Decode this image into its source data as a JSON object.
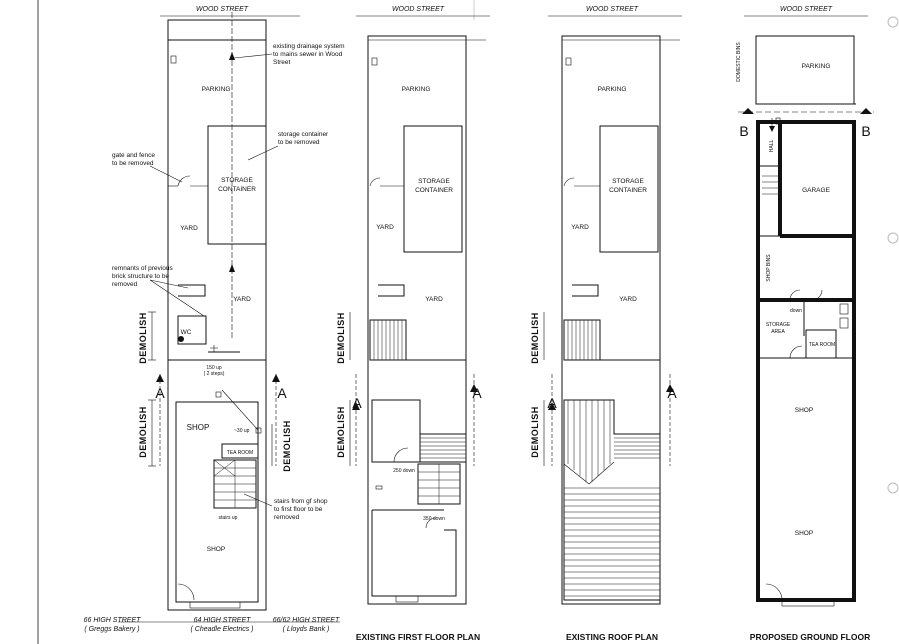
{
  "street": "WOOD STREET",
  "plan1": {
    "parking": "PARKING",
    "container": [
      "STORAGE",
      "CONTAINER"
    ],
    "yard_upper": "YARD",
    "yard_lower": "YARD",
    "wc": "WC",
    "shop_upper": "SHOP",
    "tea_room": "TEA ROOM",
    "shop_lower": "SHOP",
    "steps_note": [
      "150 up",
      "( 2 steps)"
    ],
    "up_note": "~30 up",
    "stairs_up": "stairs up",
    "demolish": "DEMOLISH",
    "section": "A",
    "notes": {
      "drainage": [
        "existing drainage system",
        "to mains sewer in Wood",
        "Street"
      ],
      "container": [
        "storage container",
        "to be removed"
      ],
      "gate": [
        "gate and fence",
        "to be removed"
      ],
      "remnants": [
        "remnants of previous",
        "brick structure to be",
        "removed"
      ],
      "stairs": [
        "stairs from gf shop",
        "to first floor to be",
        "removed"
      ]
    }
  },
  "plan2": {
    "parking": "PARKING",
    "container": [
      "STORAGE",
      "CONTAINER"
    ],
    "yard_upper": "YARD",
    "yard_lower": "YARD",
    "down1": "250 down",
    "down2": "350 down",
    "demolish": "DEMOLISH",
    "section": "A",
    "title": "EXISTING FIRST FLOOR  PLAN"
  },
  "plan3": {
    "parking": "PARKING",
    "container": [
      "STORAGE",
      "CONTAINER"
    ],
    "yard_upper": "YARD",
    "yard_lower": "YARD",
    "demolish": "DEMOLISH",
    "section": "A",
    "title": "EXISTING ROOF  PLAN"
  },
  "plan4": {
    "bins": "DOMESTIC BINS",
    "parking": "PARKING",
    "hall": "HALL",
    "garage": "GARAGE",
    "shop_bins": "SHOP BINS",
    "storage_area": [
      "STORAGE",
      "AREA"
    ],
    "tea_room": "TEA ROOM",
    "down": "down",
    "shop_upper": "SHOP",
    "shop_lower": "SHOP",
    "section": "B",
    "title": "PROPOSED GROUND  FLOOR"
  },
  "neighbours": [
    {
      "address": "66 HIGH STREET",
      "tenant": "( Greggs Bakery )"
    },
    {
      "address": "64 HIGH STREET",
      "tenant": "( Cheadle Electrics )"
    },
    {
      "address": "66/62 HIGH STREET",
      "tenant": "( Lloyds Bank )"
    }
  ]
}
